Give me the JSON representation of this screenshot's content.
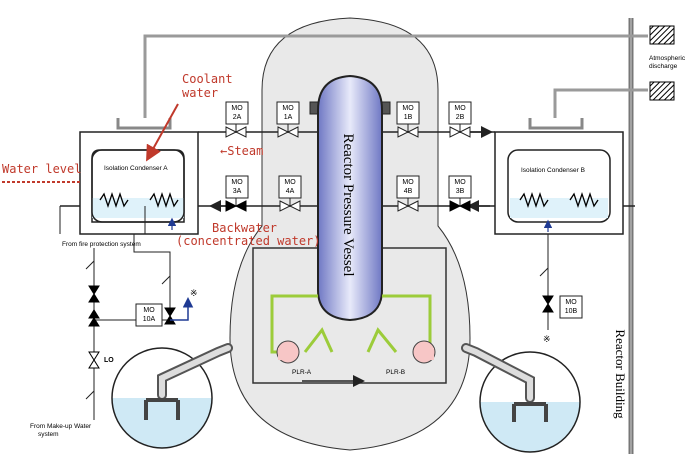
{
  "labels": {
    "coolant_water": "Coolant\nwater",
    "water_level": "Water level",
    "steam": "←Steam",
    "backwater": "Backwater\n(concentrated water)",
    "isolation_condenser_a": "Isolation Condenser A",
    "isolation_condenser_b": "Isolation Condenser B",
    "reactor_pressure_vessel": "Reactor Pressure Vessel",
    "reactor_building": "Reactor Building",
    "atmospheric_discharge": "Atmospheric\ndischarge",
    "from_fire_protection": "From fire protection system",
    "from_makeup_water": "From Make-up Water\nsystem",
    "lo": "LO",
    "plr_a": "PLR-A",
    "plr_b": "PLR-B",
    "asterisk": "※"
  },
  "valves": {
    "mo_2a": "MO\n2A",
    "mo_1a": "MO\n1A",
    "mo_1b": "MO\n1B",
    "mo_2b": "MO\n2B",
    "mo_3a": "MO\n3A",
    "mo_4a": "MO\n4A",
    "mo_4b": "MO\n4B",
    "mo_3b": "MO\n3B",
    "mo_10a": "MO\n10A",
    "mo_10b": "MO\n10B"
  },
  "colors": {
    "building": "#e9e9e9",
    "outline": "#333333",
    "annotation_red": "#c0392b",
    "pump_pink": "#f7c6c6",
    "pipe_green": "#9ccc3a",
    "pool_water": "#cfe9f5",
    "condenser_water": "#dff2fa",
    "vessel_body": "#9aa3dd",
    "tank_blue": "#1f3a93"
  }
}
